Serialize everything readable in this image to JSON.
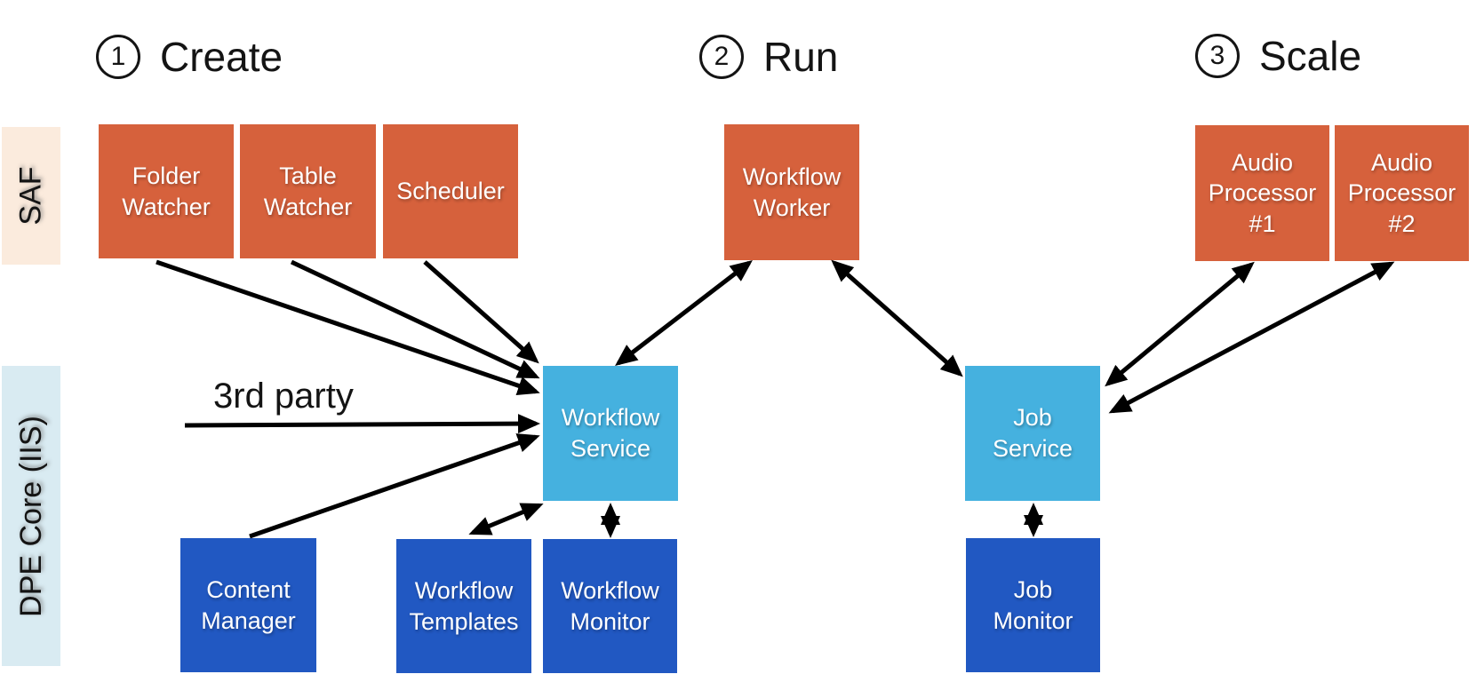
{
  "steps": [
    {
      "number": "1",
      "label": "Create"
    },
    {
      "number": "2",
      "label": "Run"
    },
    {
      "number": "3",
      "label": "Scale"
    }
  ],
  "lanes": [
    {
      "label": "SAF"
    },
    {
      "label": "DPE Core (IIS)"
    }
  ],
  "nodes": {
    "folder_watcher": {
      "label": "Folder\nWatcher",
      "lane": "SAF"
    },
    "table_watcher": {
      "label": "Table\nWatcher",
      "lane": "SAF"
    },
    "scheduler": {
      "label": "Scheduler",
      "lane": "SAF"
    },
    "workflow_worker": {
      "label": "Workflow\nWorker",
      "lane": "SAF"
    },
    "audio_processor_1": {
      "label": "Audio\nProcessor\n#1",
      "lane": "SAF"
    },
    "audio_processor_2": {
      "label": "Audio\nProcessor\n#2",
      "lane": "SAF"
    },
    "workflow_service": {
      "label": "Workflow\nService",
      "lane": "DPE Core (IIS)"
    },
    "job_service": {
      "label": "Job\nService",
      "lane": "DPE Core (IIS)"
    },
    "content_manager": {
      "label": "Content\nManager",
      "lane": "DPE Core (IIS)"
    },
    "workflow_templates": {
      "label": "Workflow\nTemplates",
      "lane": "DPE Core (IIS)"
    },
    "workflow_monitor": {
      "label": "Workflow\nMonitor",
      "lane": "DPE Core (IIS)"
    },
    "job_monitor": {
      "label": "Job\nMonitor",
      "lane": "DPE Core (IIS)"
    }
  },
  "annotations": {
    "third_party": "3rd party"
  },
  "colors": {
    "saf_node": "#D6613C",
    "service_node": "#45B1DF",
    "core_node": "#2158C2",
    "saf_lane_bg": "#FBEBDD",
    "dpe_lane_bg": "#D9EBF2",
    "arrow": "#000000",
    "node_text": "#FFFFFF",
    "heading_text": "#141414"
  }
}
